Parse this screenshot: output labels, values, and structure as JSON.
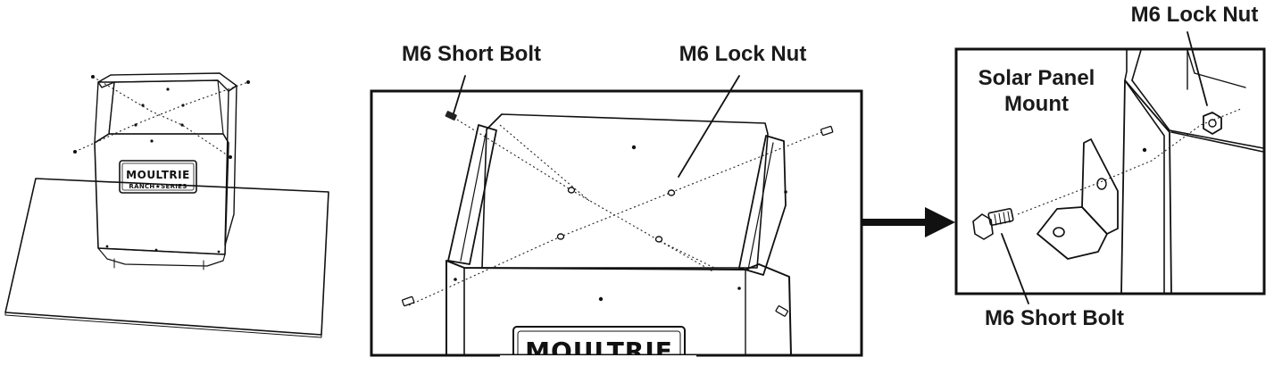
{
  "labels": {
    "middle_bolt": "M6 Short Bolt",
    "middle_nut": "M6 Lock Nut",
    "right_nut": "M6 Lock Nut",
    "right_mount_line1": "Solar Panel",
    "right_mount_line2": "Mount",
    "right_bolt": "M6 Short Bolt"
  },
  "logo": {
    "brand": "MOULTRIE",
    "series": "RANCH★SERIES",
    "brand_partial": "MOULTRIE"
  },
  "colors": {
    "line": "#111111",
    "background": "#ffffff"
  }
}
